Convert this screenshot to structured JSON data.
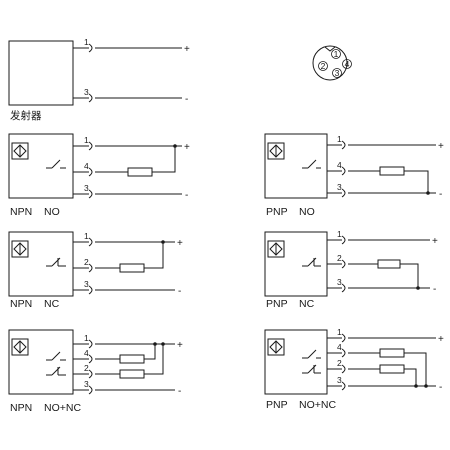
{
  "colors": {
    "ink": "#1a1a1a",
    "paper": "#ffffff"
  },
  "sign_plus": "+",
  "sign_minus": "-",
  "connector": {
    "pins": [
      "1",
      "2",
      "3",
      "4"
    ]
  },
  "emitter": {
    "caption": "发射器",
    "pins": [
      "1",
      "3"
    ]
  },
  "npn_no": {
    "type": "NPN",
    "mode": "NO",
    "pins": [
      "1",
      "4",
      "3"
    ]
  },
  "pnp_no": {
    "type": "PNP",
    "mode": "NO",
    "pins": [
      "1",
      "4",
      "3"
    ]
  },
  "npn_nc": {
    "type": "NPN",
    "mode": "NC",
    "pins": [
      "1",
      "2",
      "3"
    ]
  },
  "pnp_nc": {
    "type": "PNP",
    "mode": "NC",
    "pins": [
      "1",
      "2",
      "3"
    ]
  },
  "npn_nonc": {
    "type": "NPN",
    "mode": "NO+NC",
    "pins": [
      "1",
      "4",
      "2",
      "3"
    ]
  },
  "pnp_nonc": {
    "type": "PNP",
    "mode": "NO+NC",
    "pins": [
      "1",
      "4",
      "2",
      "3"
    ]
  }
}
